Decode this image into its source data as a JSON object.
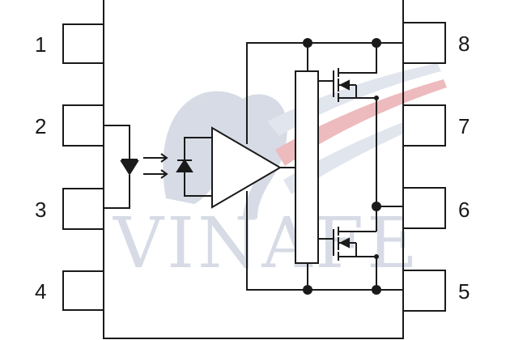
{
  "pins": [
    {
      "number": "1"
    },
    {
      "number": "2"
    },
    {
      "number": "3"
    },
    {
      "number": "4"
    },
    {
      "number": "5"
    },
    {
      "number": "6"
    },
    {
      "number": "7"
    },
    {
      "number": "8"
    }
  ],
  "watermark": {
    "text": "VINAFE",
    "color": "#c9d0dd",
    "accent_color": "#e8a3a8"
  },
  "colors": {
    "line": "#1a1a1a",
    "background": "#ffffff"
  }
}
